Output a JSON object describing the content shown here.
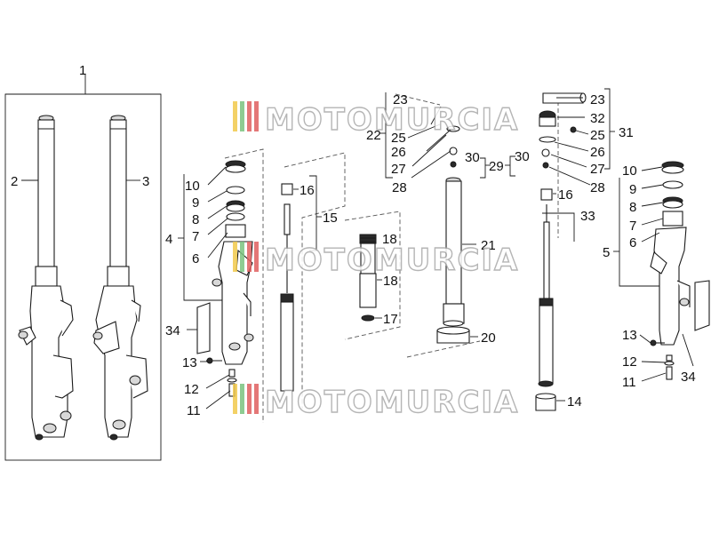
{
  "watermark": {
    "text": "MOTOMURCIA",
    "stripe_colors": [
      "#f2c94c",
      "#7bc47f",
      "#e06060"
    ]
  },
  "labels": {
    "c1": "1",
    "c2": "2",
    "c3": "3",
    "c4": "4",
    "c5": "5",
    "c6a": "6",
    "c6b": "6",
    "c7a": "7",
    "c7b": "7",
    "c8a": "8",
    "c8b": "8",
    "c9a": "9",
    "c9b": "9",
    "c10a": "10",
    "c10b": "10",
    "c11a": "11",
    "c11b": "11",
    "c12a": "12",
    "c12b": "12",
    "c13a": "13",
    "c13b": "13",
    "c14": "14",
    "c15": "15",
    "c16a": "16",
    "c16b": "16",
    "c17": "17",
    "c18a": "18",
    "c18b": "18",
    "c20": "20",
    "c21": "21",
    "c22": "22",
    "c23a": "23",
    "c23b": "23",
    "c25a": "25",
    "c25b": "25",
    "c26a": "26",
    "c26b": "26",
    "c27a": "27",
    "c27b": "27",
    "c28a": "28",
    "c28b": "28",
    "c29": "29",
    "c30a": "30",
    "c30b": "30",
    "c31": "31",
    "c32": "32",
    "c33": "33",
    "c34a": "34",
    "c34b": "34"
  }
}
